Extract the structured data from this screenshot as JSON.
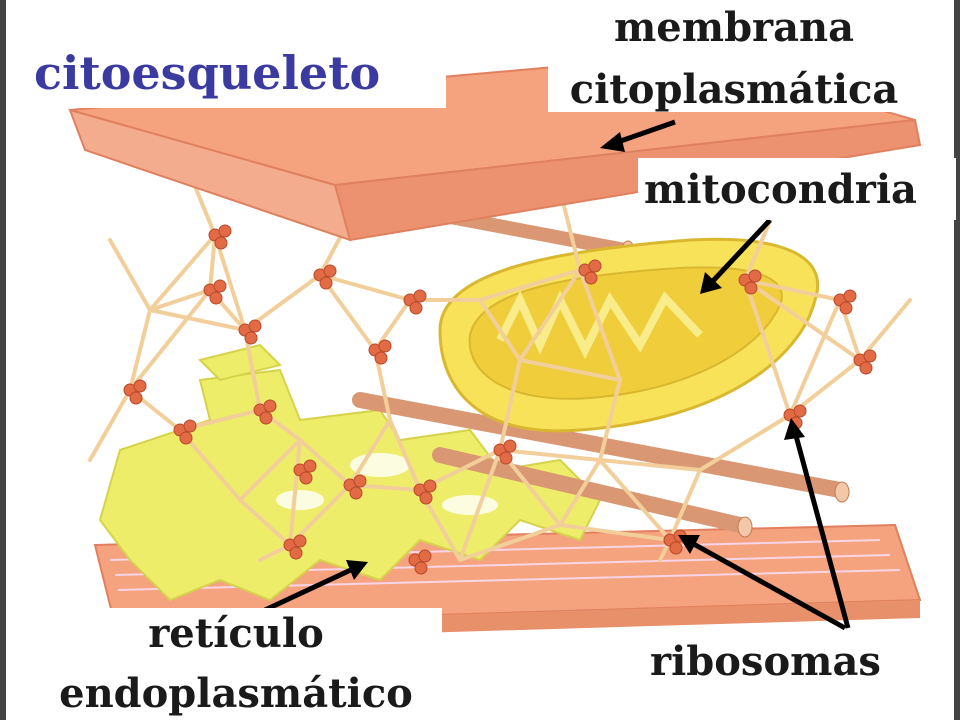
{
  "labels": {
    "title": "citoesqueleto",
    "membrane_line1": "membrana",
    "membrane_line2": "citoplasmática",
    "mitochondria": "mitocondria",
    "er_line1": "retículo",
    "er_line2": "endoplasmático",
    "ribosomes": "ribosomas"
  },
  "colors": {
    "title": "#3a3aa0",
    "label": "#1a1a1a",
    "membrane": "#f5a27e",
    "membrane_edge": "#e0805e",
    "filament": "#f2cf9a",
    "ribosome": "#e26a45",
    "mitochondria": "#f7e25a",
    "er": "#eded6a",
    "microtubule": "#d99873",
    "arrow": "#000000"
  }
}
